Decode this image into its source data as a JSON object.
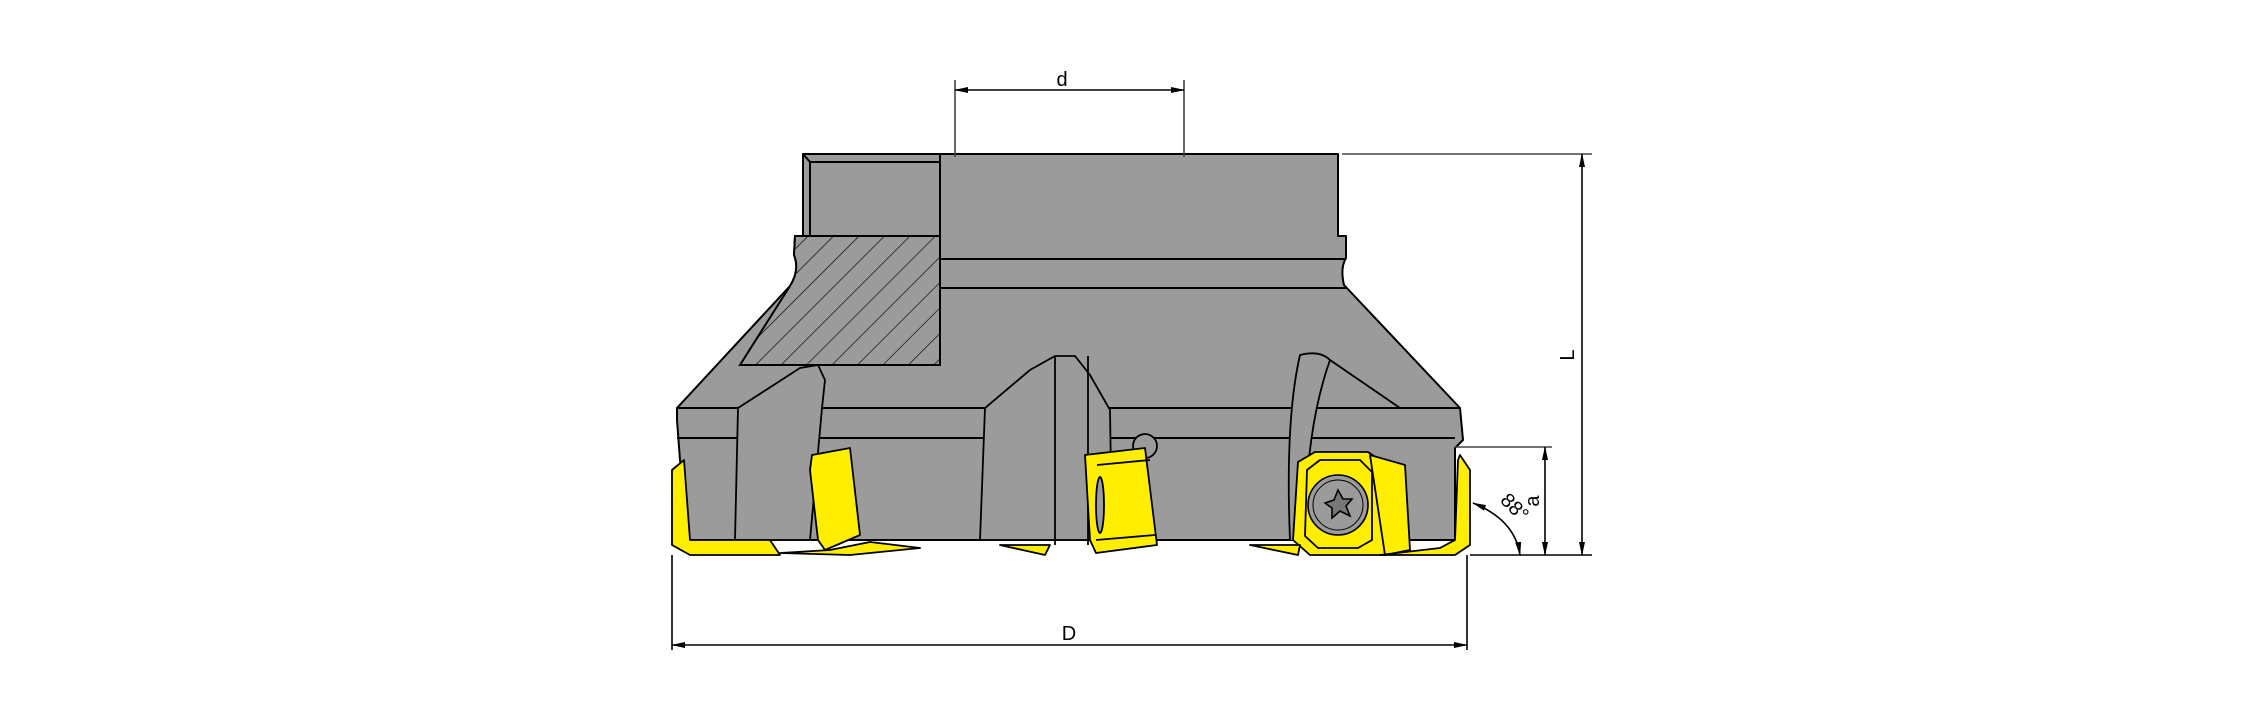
{
  "diagram": {
    "title": "Indexable face milling cutter — dimension drawing",
    "colors": {
      "background": "#ffffff",
      "body": "#9b9b9b",
      "insert": "#ffee00",
      "outline": "#000000",
      "dimension_line": "#444444"
    },
    "dimensions": {
      "bore_diameter": {
        "label": "d"
      },
      "overall_length": {
        "label": "L"
      },
      "cutting_depth": {
        "label": "a"
      },
      "cutter_diameter": {
        "label": "D"
      },
      "lead_angle": {
        "label": "88°",
        "value": 88,
        "unit": "°"
      }
    },
    "parts": [
      {
        "name": "cutter-body",
        "description": "Grey steel body with hatched section"
      },
      {
        "name": "indexable-inserts",
        "description": "Yellow square/octagonal inserts",
        "count_visible": 6
      },
      {
        "name": "clamping-screw",
        "description": "Torx screw on front insert"
      }
    ]
  }
}
